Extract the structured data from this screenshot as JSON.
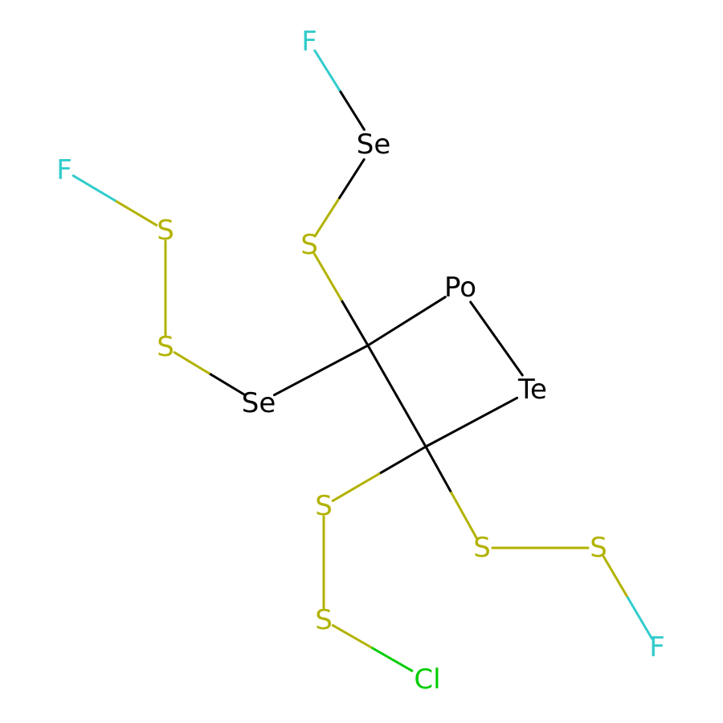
{
  "colors": {
    "carbon": "#000000",
    "F": "#33CCCC",
    "S": "#B2B200",
    "Se": "#000000",
    "Te": "#000000",
    "Po": "#000000",
    "Cl": "#00CC00"
  },
  "atoms": [
    {
      "id": "c1",
      "element": "C",
      "label": ""
    },
    {
      "id": "c2",
      "element": "C",
      "label": ""
    },
    {
      "id": "po",
      "element": "Po",
      "label": "Po"
    },
    {
      "id": "te",
      "element": "Te",
      "label": "Te"
    },
    {
      "id": "s1",
      "element": "S",
      "label": "S"
    },
    {
      "id": "se1",
      "element": "Se",
      "label": "Se"
    },
    {
      "id": "f1",
      "element": "F",
      "label": "F"
    },
    {
      "id": "se2",
      "element": "Se",
      "label": "Se"
    },
    {
      "id": "s2",
      "element": "S",
      "label": "S"
    },
    {
      "id": "s3",
      "element": "S",
      "label": "S"
    },
    {
      "id": "f2",
      "element": "F",
      "label": "F"
    },
    {
      "id": "s4",
      "element": "S",
      "label": "S"
    },
    {
      "id": "s5",
      "element": "S",
      "label": "S"
    },
    {
      "id": "cl",
      "element": "Cl",
      "label": "Cl"
    },
    {
      "id": "s6",
      "element": "S",
      "label": "S"
    },
    {
      "id": "s7",
      "element": "S",
      "label": "S"
    },
    {
      "id": "f3",
      "element": "F",
      "label": "F"
    }
  ],
  "bonds": [
    {
      "a": "c1",
      "b": "c2"
    },
    {
      "a": "c1",
      "b": "po"
    },
    {
      "a": "po",
      "b": "te"
    },
    {
      "a": "te",
      "b": "c2"
    },
    {
      "a": "c1",
      "b": "s1"
    },
    {
      "a": "s1",
      "b": "se1"
    },
    {
      "a": "se1",
      "b": "f1"
    },
    {
      "a": "c1",
      "b": "se2"
    },
    {
      "a": "se2",
      "b": "s2"
    },
    {
      "a": "s2",
      "b": "s3"
    },
    {
      "a": "s3",
      "b": "f2"
    },
    {
      "a": "c2",
      "b": "s4"
    },
    {
      "a": "s4",
      "b": "s5"
    },
    {
      "a": "s5",
      "b": "cl"
    },
    {
      "a": "c2",
      "b": "s6"
    },
    {
      "a": "s6",
      "b": "s7"
    },
    {
      "a": "s7",
      "b": "f3"
    }
  ]
}
